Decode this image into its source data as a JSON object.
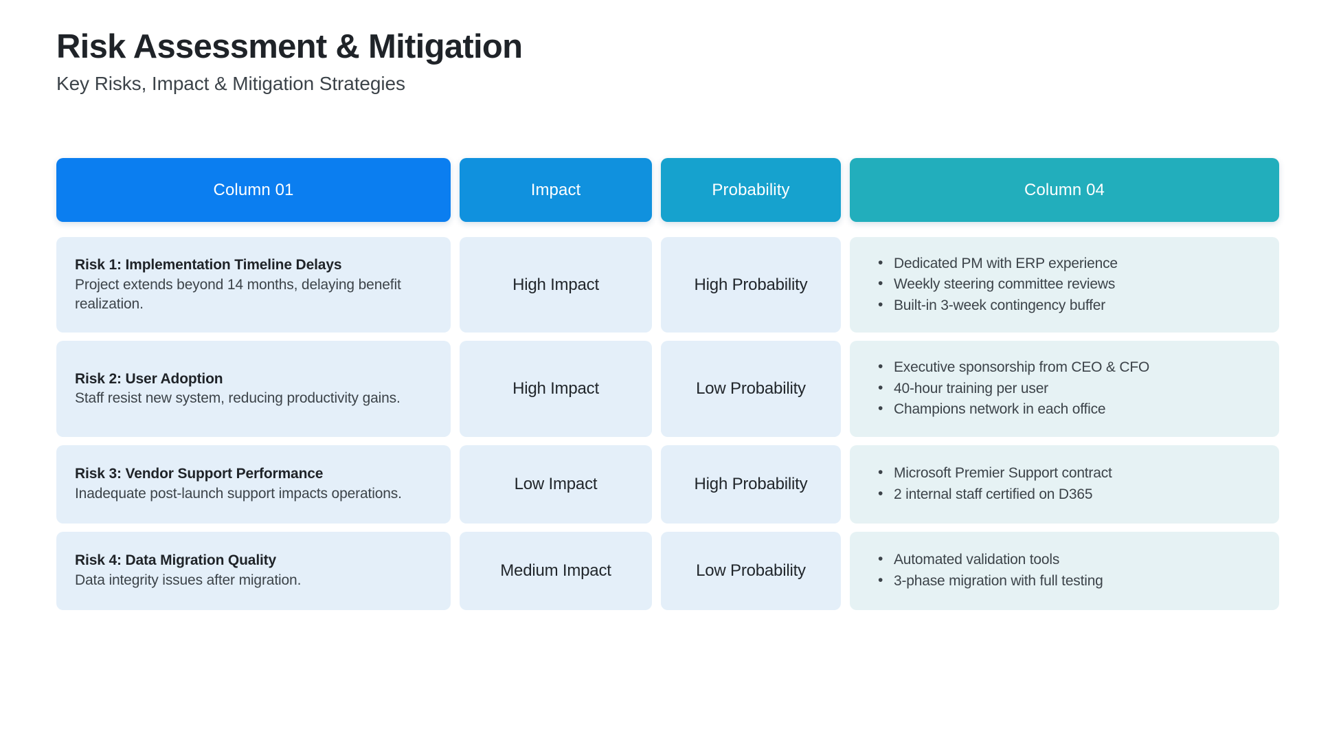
{
  "header": {
    "title": "Risk Assessment & Mitigation",
    "subtitle": "Key Risks, Impact & Mitigation Strategies"
  },
  "colors": {
    "col1_header": "#0b7ef0",
    "col2_header": "#1091de",
    "col3_header": "#16a2ce",
    "col4_header": "#22aebc",
    "cell_blue": "#e4eff9",
    "cell_teal": "#e6f2f4",
    "title_text": "#1f2328",
    "body_text": "#3c4349",
    "page_background": "#ffffff"
  },
  "table": {
    "columns": [
      {
        "label": "Column 01"
      },
      {
        "label": "Impact"
      },
      {
        "label": "Probability"
      },
      {
        "label": "Column 04"
      }
    ],
    "rows": [
      {
        "risk_title": "Risk 1: Implementation Timeline Delays",
        "risk_desc": "Project extends beyond 14 months, delaying benefit realization.",
        "impact": "High Impact",
        "probability": "High Probability",
        "mitigations": [
          "Dedicated PM with ERP experience",
          "Weekly steering committee reviews",
          "Built-in 3-week contingency buffer"
        ]
      },
      {
        "risk_title": "Risk 2: User Adoption",
        "risk_desc": "Staff resist new system, reducing productivity gains.",
        "impact": "High Impact",
        "probability": "Low Probability",
        "mitigations": [
          "Executive sponsorship from CEO & CFO",
          "40-hour training per user",
          "Champions network in each office"
        ]
      },
      {
        "risk_title": "Risk 3: Vendor Support Performance",
        "risk_desc": "Inadequate post-launch support impacts operations.",
        "impact": "Low Impact",
        "probability": "High Probability",
        "mitigations": [
          "Microsoft Premier Support contract",
          "2 internal staff certified on D365"
        ]
      },
      {
        "risk_title": "Risk 4: Data Migration Quality",
        "risk_desc": "Data integrity issues after migration.",
        "impact": "Medium Impact",
        "probability": "Low Probability",
        "mitigations": [
          "Automated validation tools",
          "3-phase migration with full testing"
        ]
      }
    ]
  }
}
